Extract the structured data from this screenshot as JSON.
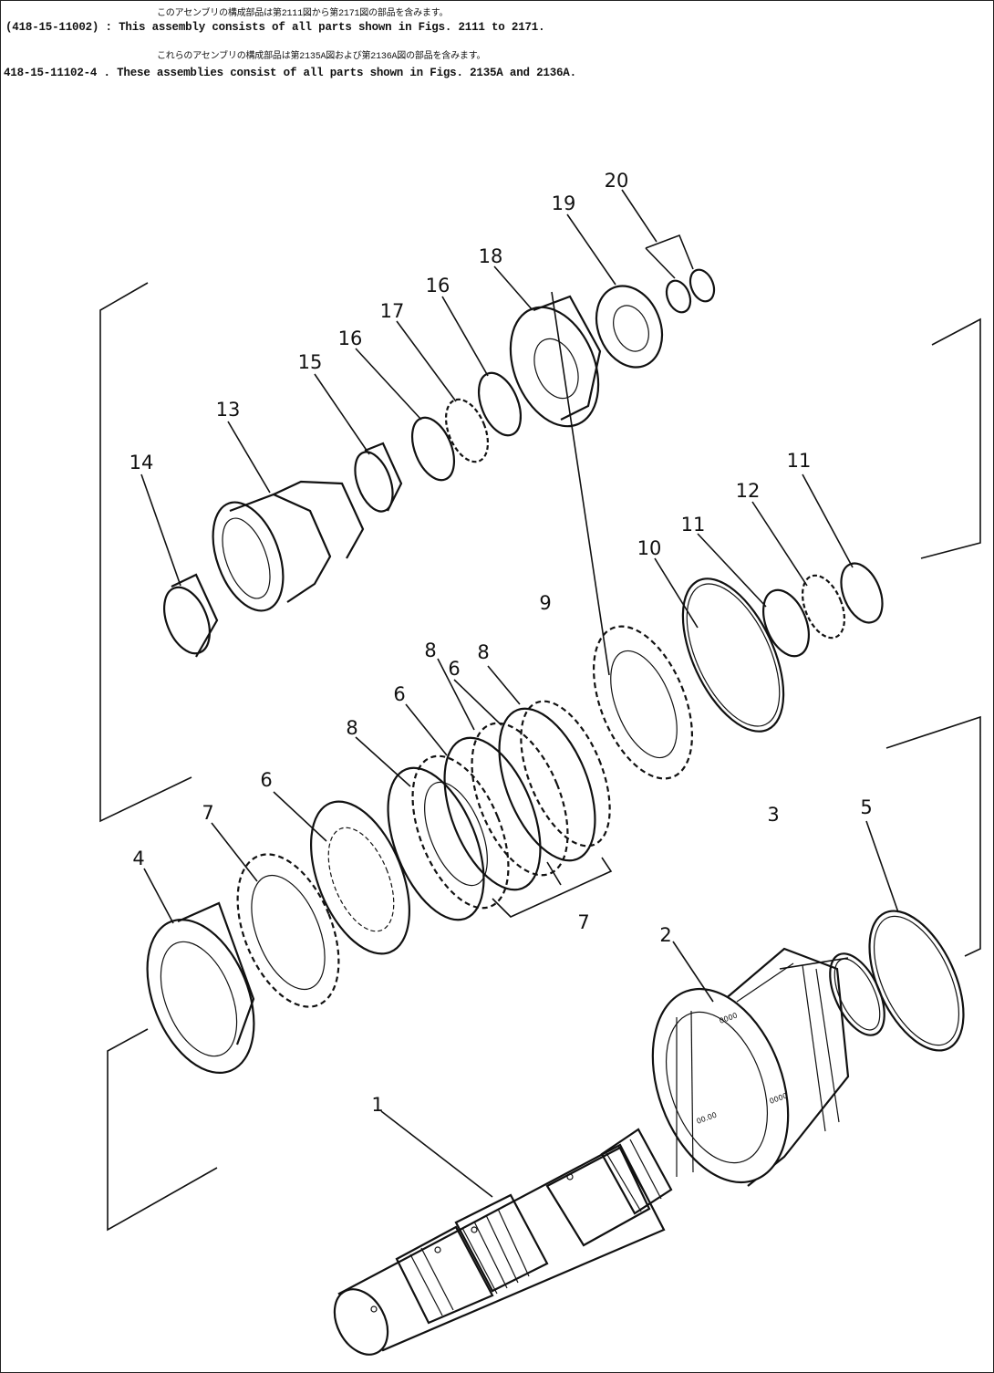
{
  "header": {
    "line1_jp": "このアセンブリの構成部品は第2111図から第2171図の部品を含みます。",
    "line2_en": "(418-15-11002) : This assembly consists of all parts shown in Figs. 2111 to 2171.",
    "line3_jp": "これらのアセンブリの構成部品は第2135A図および第2136A図の部品を含みます。",
    "line4_en": "418-15-11102-4 . These assemblies consist of all parts shown in Figs. 2135A and 2136A."
  },
  "callouts": {
    "p1": "1",
    "p2": "2",
    "p3": "3",
    "p4": "4",
    "p5": "5",
    "p6a": "6",
    "p6b": "6",
    "p6c": "6",
    "p7a": "7",
    "p7b": "7",
    "p8a": "8",
    "p8b": "8",
    "p8c": "8",
    "p9": "9",
    "p10": "10",
    "p11a": "11",
    "p11b": "11",
    "p12": "12",
    "p13": "13",
    "p14": "14",
    "p15": "15",
    "p16a": "16",
    "p16b": "16",
    "p17": "17",
    "p18": "18",
    "p19": "19",
    "p20": "20"
  }
}
